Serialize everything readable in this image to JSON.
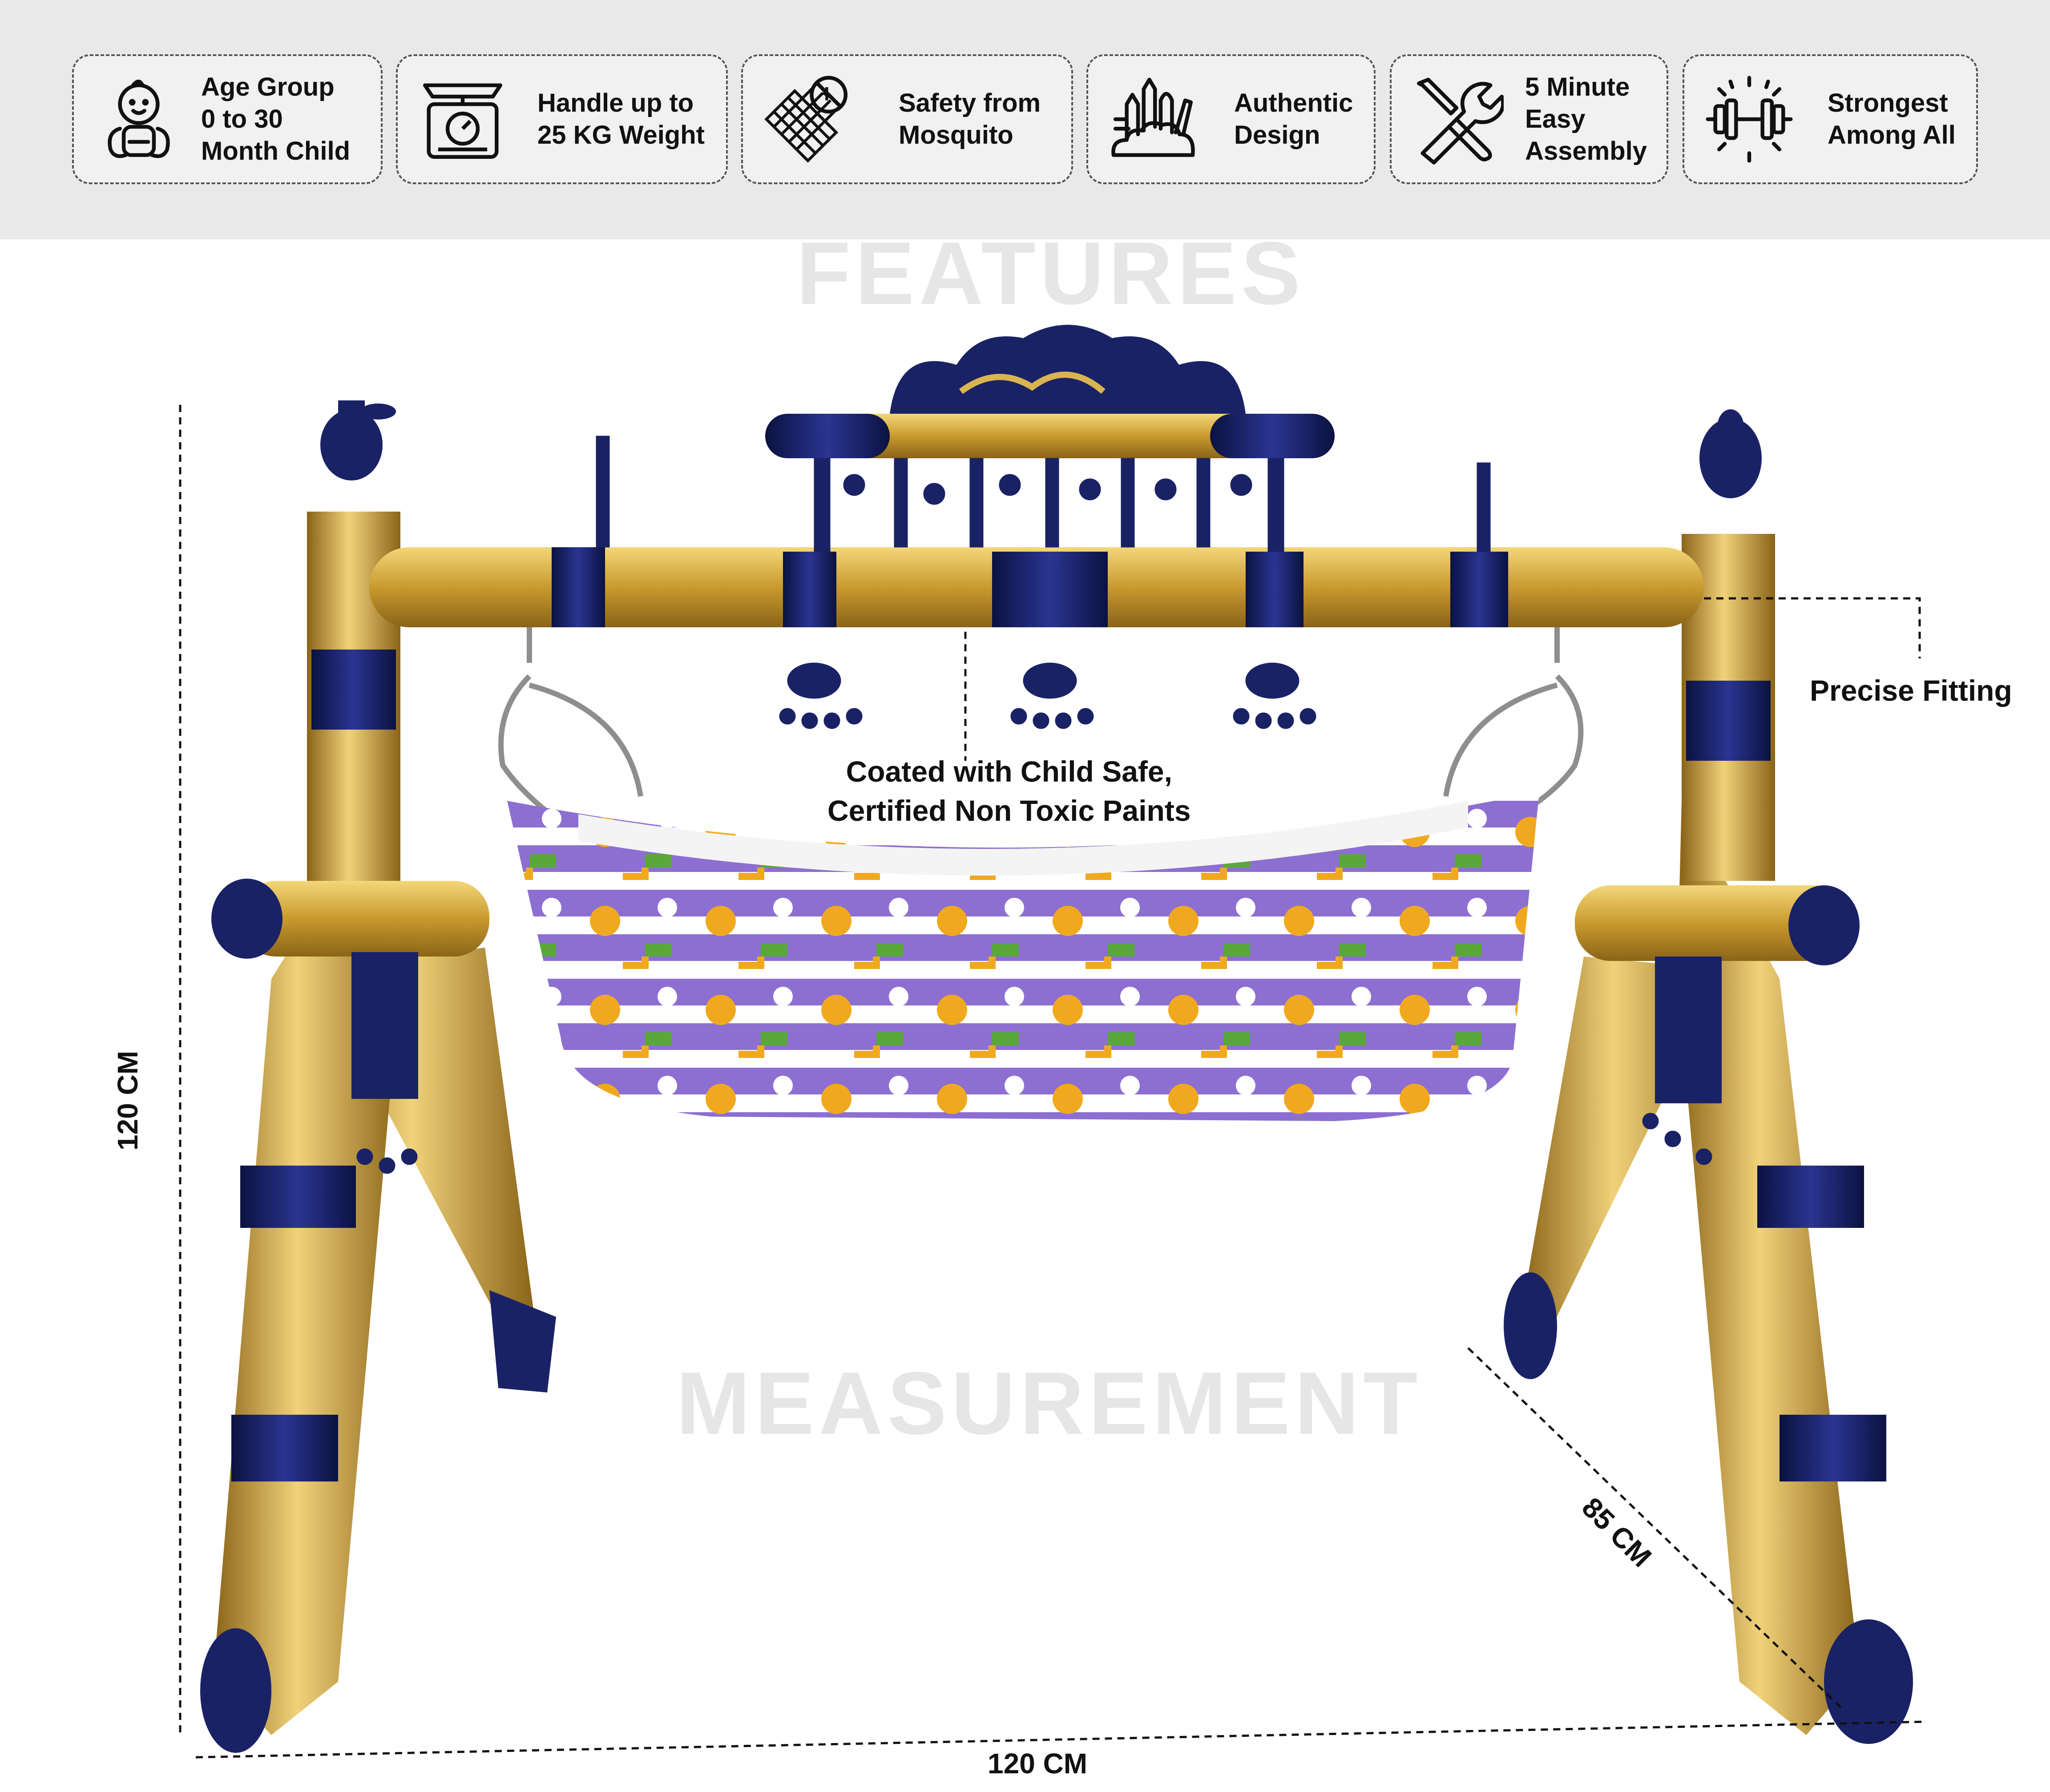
{
  "features": [
    {
      "icon": "baby-icon",
      "lines": [
        "Age Group",
        "0 to 30",
        "Month Child"
      ]
    },
    {
      "icon": "weighing-scale-icon",
      "lines": [
        "Handle up to",
        "25 KG Weight"
      ]
    },
    {
      "icon": "mosquito-net-icon",
      "lines": [
        "Safety from",
        "Mosquito"
      ]
    },
    {
      "icon": "art-tools-icon",
      "lines": [
        "Authentic",
        "Design"
      ]
    },
    {
      "icon": "wrench-screwdriver-icon",
      "lines": [
        "5 Minute",
        "Easy",
        "Assembly"
      ]
    },
    {
      "icon": "dumbbell-icon",
      "lines": [
        "Strongest",
        "Among All"
      ]
    }
  ],
  "watermarks": {
    "features": "FEATURES",
    "measurement": "MEASUREMENT"
  },
  "callouts": {
    "paint": [
      "Coated with Child Safe,",
      "Certified Non Toxic Paints"
    ],
    "fitting": "Precise Fitting"
  },
  "dimensions": {
    "height": "120 CM",
    "width": "120 CM",
    "depth": "85 CM"
  },
  "colors": {
    "banner": "#e9e9e9",
    "gold": "#c9a33a",
    "navy": "#17205e",
    "fabric_purple": "#8c6fd1"
  }
}
